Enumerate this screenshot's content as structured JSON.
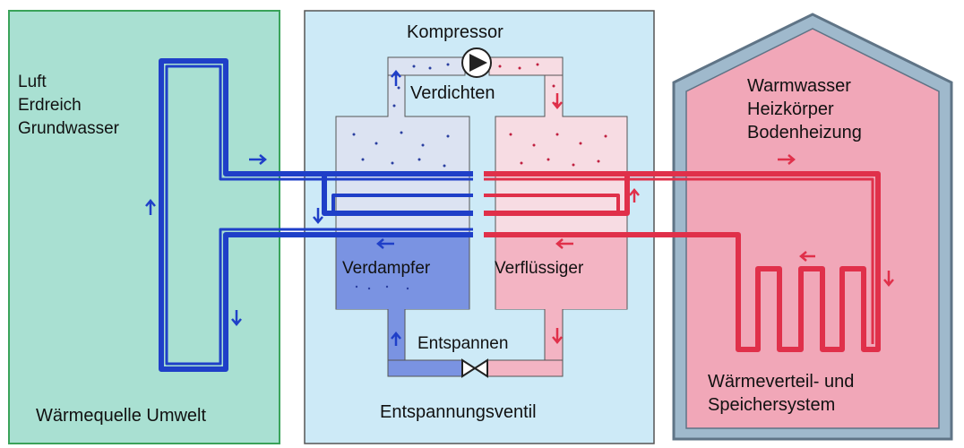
{
  "labels": {
    "source_items": [
      "Luft",
      "Erdreich",
      "Grundwasser"
    ],
    "source_title": "Wärmequelle Umwelt",
    "compressor": "Kompressor",
    "compress_step": "Verdichten",
    "evaporator": "Verdampfer",
    "condenser": "Verflüssiger",
    "expand_step": "Entspannen",
    "valve": "Entspannungsventil",
    "sink_items": [
      "Warmwasser",
      "Heizkörper",
      "Bodenheizung"
    ],
    "sink_title_line1": "Wärmeverteil- und",
    "sink_title_line2": "Speichersystem"
  },
  "colors": {
    "source_fill": "#a9e0d2",
    "source_border": "#3aa35a",
    "center_fill": "#cdeaf7",
    "center_border": "#555555",
    "house_border": "#5f7486",
    "house_wall": "#9fb9cc",
    "house_fill": "#f1a7b8",
    "cold_pipe": "#1f3fc8",
    "hot_pipe": "#e0304a",
    "evaporator_fill": "#7a93e2",
    "condenser_fill": "#f3b4c3",
    "vapor_cold": "#dce3f2",
    "vapor_hot": "#f7dce3",
    "dots_cold": "#2a3fa0",
    "dots_hot": "#c02040"
  }
}
